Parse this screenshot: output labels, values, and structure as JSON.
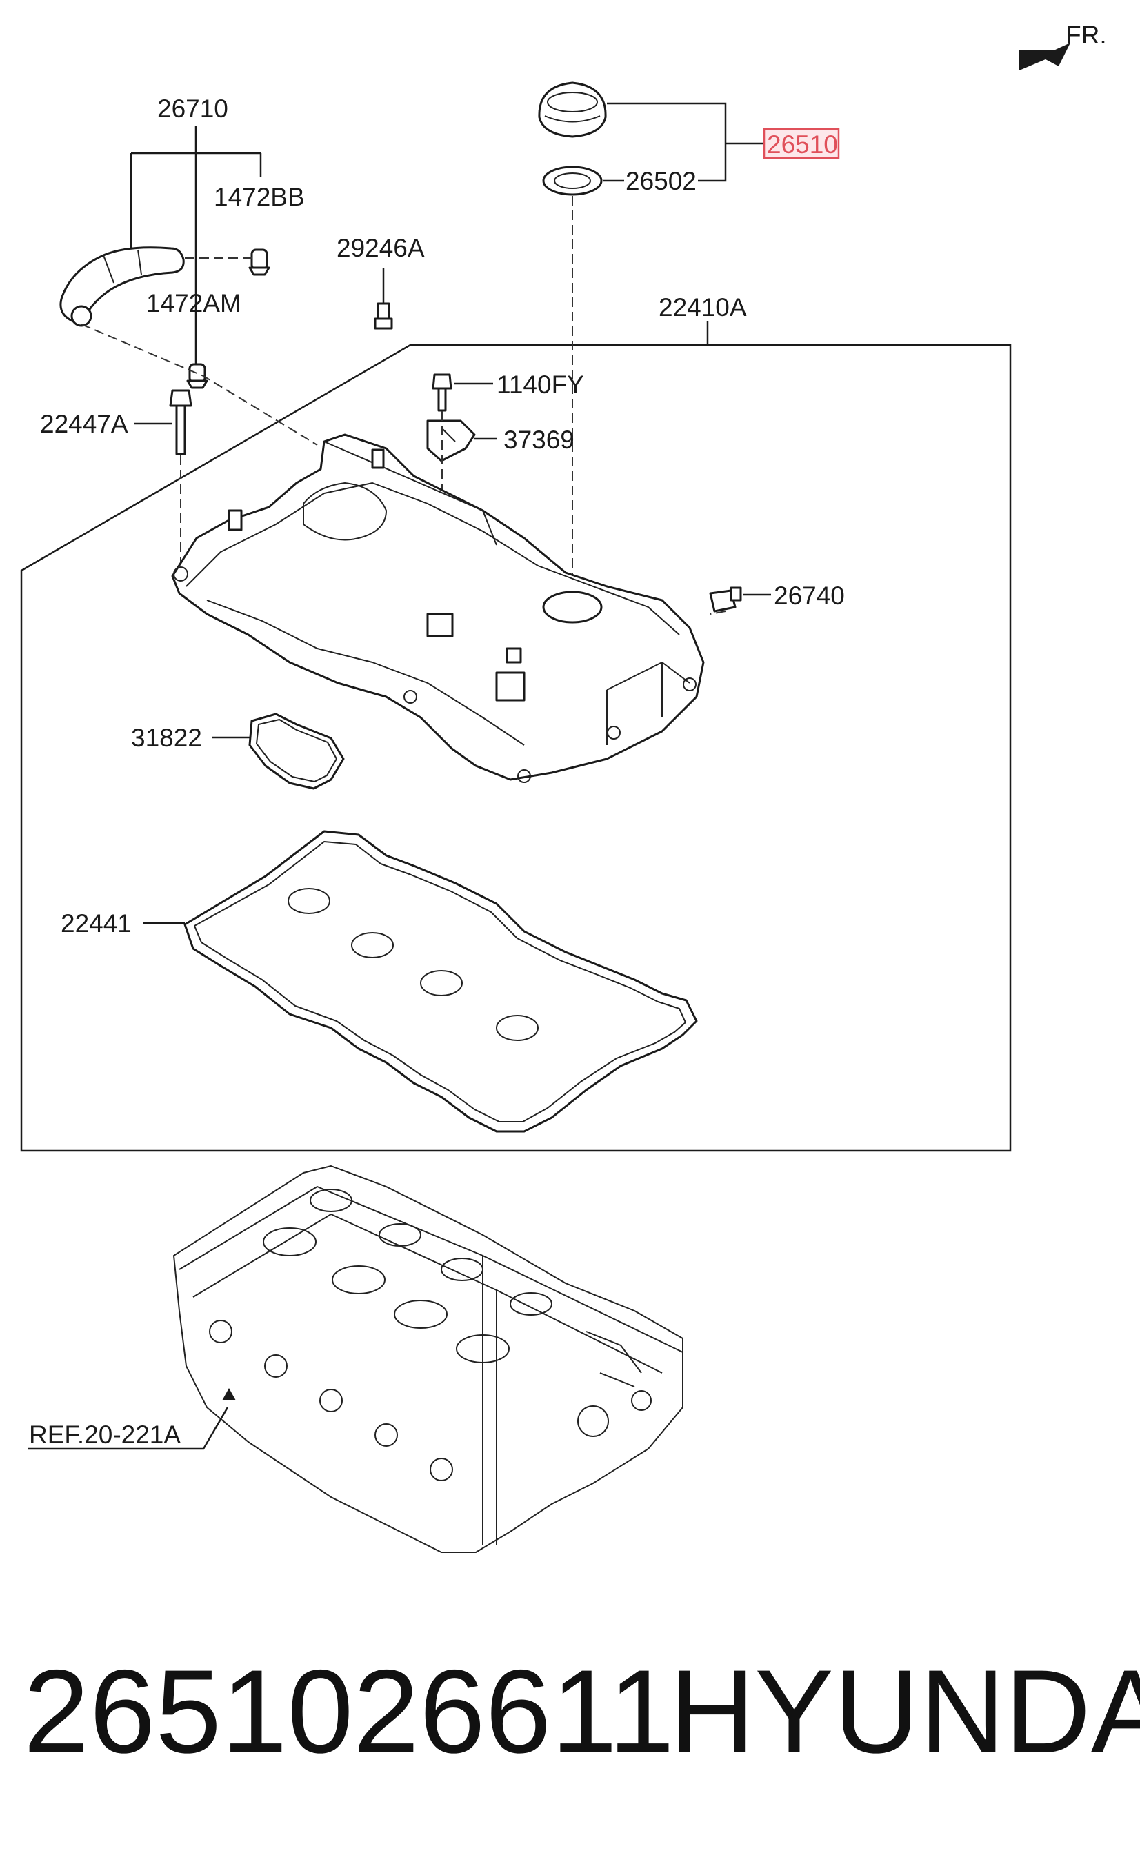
{
  "diagram": {
    "direction_label": "FR.",
    "callouts": {
      "hose": "26710",
      "clamp_bb": "1472BB",
      "clamp_am": "1472AM",
      "bolt_29246": "29246A",
      "cap_assy": "26510",
      "cap_gasket": "26502",
      "cover_assy": "22410A",
      "bolt_1140": "1140FY",
      "bracket": "37369",
      "stud_bolt": "22447A",
      "pcv_valve": "26740",
      "gasket_31822": "31822",
      "cover_gasket": "22441",
      "head_ref": "REF.20-221A"
    },
    "highlighted_callout": "26510",
    "highlight_color": "#e0505a"
  },
  "footer": {
    "part_number": "2651026611",
    "brand": "HYUNDAI"
  }
}
